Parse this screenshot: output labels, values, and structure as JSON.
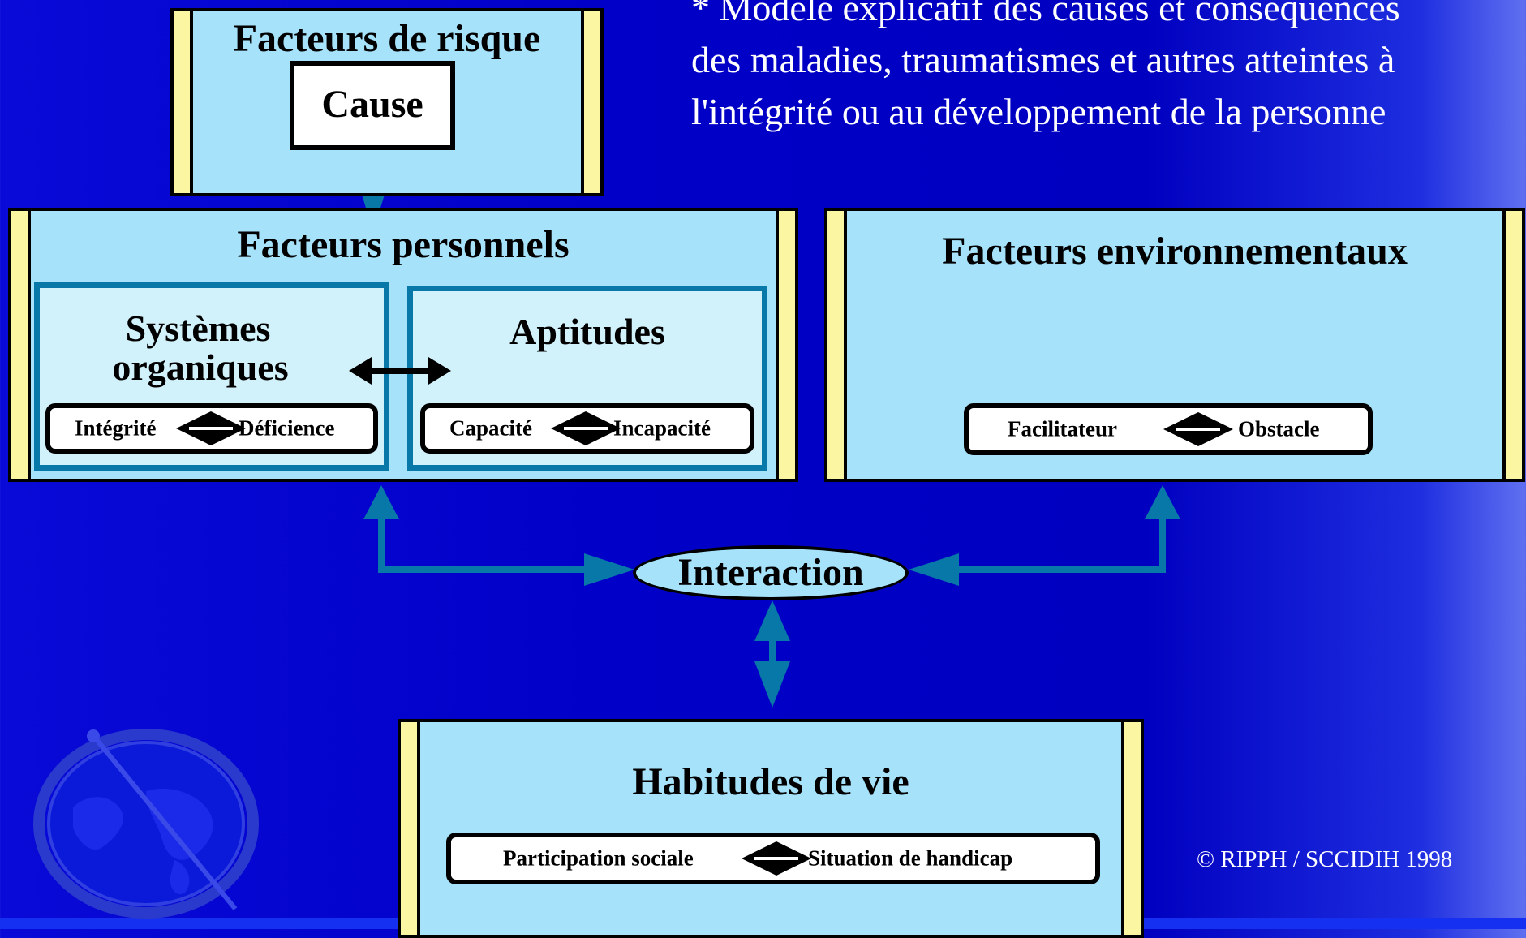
{
  "note": {
    "line1": "* Modèle explicatif des causes et conséquences",
    "line2": "des maladies, traumatismes et autres atteintes à",
    "line3": "l'intégrité ou au développement de la personne"
  },
  "risk_factors": {
    "title": "Facteurs de risque",
    "cause": "Cause"
  },
  "personal_factors": {
    "title": "Facteurs personnels",
    "organic_systems": {
      "title_line1": "Systèmes",
      "title_line2": "organiques",
      "left": "Intégrité",
      "right": "Déficience"
    },
    "aptitudes": {
      "title": "Aptitudes",
      "left": "Capacité",
      "right": "Incapacité"
    }
  },
  "environmental_factors": {
    "title": "Facteurs environnementaux",
    "left": "Facilitateur",
    "right": "Obstacle"
  },
  "interaction": "Interaction",
  "life_habits": {
    "title": "Habitudes de vie",
    "left": "Participation sociale",
    "right": "Situation de handicap"
  },
  "copyright": "© RIPPH / SCCIDIH 1998",
  "colors": {
    "background": "#0000c8",
    "box_fill": "#a6e2fa",
    "side_band": "#fbf6a2",
    "arrow": "#0878a8",
    "sub_border": "#0878a8"
  }
}
